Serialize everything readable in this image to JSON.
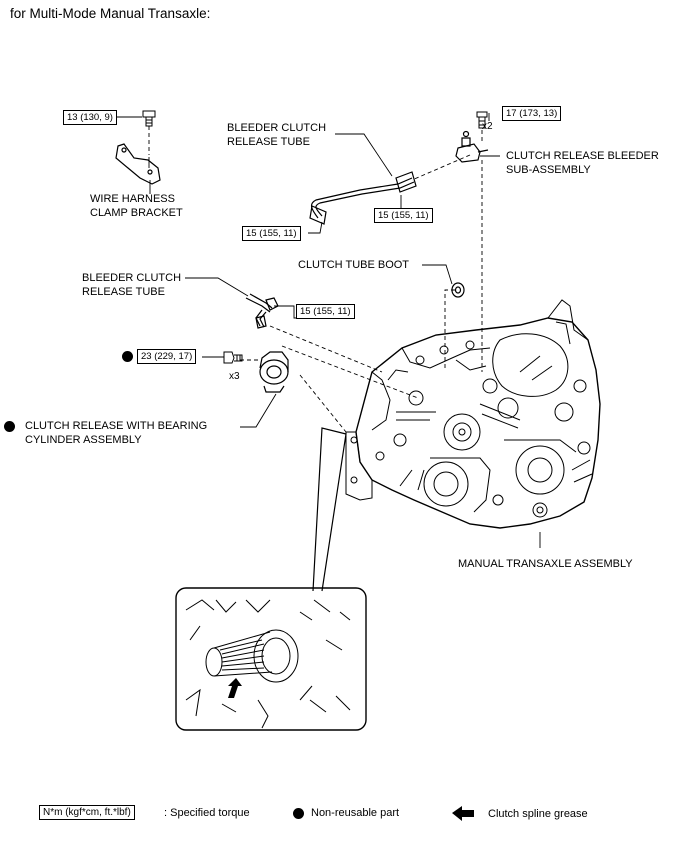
{
  "header": {
    "title": "for Multi-Mode Manual Transaxle:"
  },
  "torques": {
    "wire_bracket_bolt": "13 (130, 9)",
    "bleeder_bolt": "17 (173, 13)",
    "bleeder_bolt_qty": "x2",
    "upper_tube_left": "15 (155, 11)",
    "upper_tube_right": "15 (155, 11)",
    "lower_tube": "15 (155, 11)",
    "cylinder_bolt": "23 (229, 17)",
    "cylinder_bolt_qty": "x3"
  },
  "parts": {
    "wire_harness_bracket": [
      "WIRE HARNESS",
      "CLAMP BRACKET"
    ],
    "upper_bleeder_tube": [
      "BLEEDER CLUTCH",
      "RELEASE TUBE"
    ],
    "bleeder_sub_assy": [
      "CLUTCH RELEASE BLEEDER",
      "SUB-ASSEMBLY"
    ],
    "clutch_tube_boot": "CLUTCH TUBE BOOT",
    "lower_bleeder_tube": [
      "BLEEDER CLUTCH",
      "RELEASE TUBE"
    ],
    "release_cylinder": [
      "CLUTCH RELEASE WITH BEARING",
      "CYLINDER ASSEMBLY"
    ],
    "transaxle": "MANUAL TRANSAXLE ASSEMBLY"
  },
  "legend": {
    "torque_unit": "N*m (kgf*cm, ft.*lbf)",
    "torque_desc": ": Specified torque",
    "nonreusable": "Non-reusable part",
    "grease": "Clutch spline grease"
  },
  "colors": {
    "ink": "#000000",
    "paper": "#ffffff"
  }
}
